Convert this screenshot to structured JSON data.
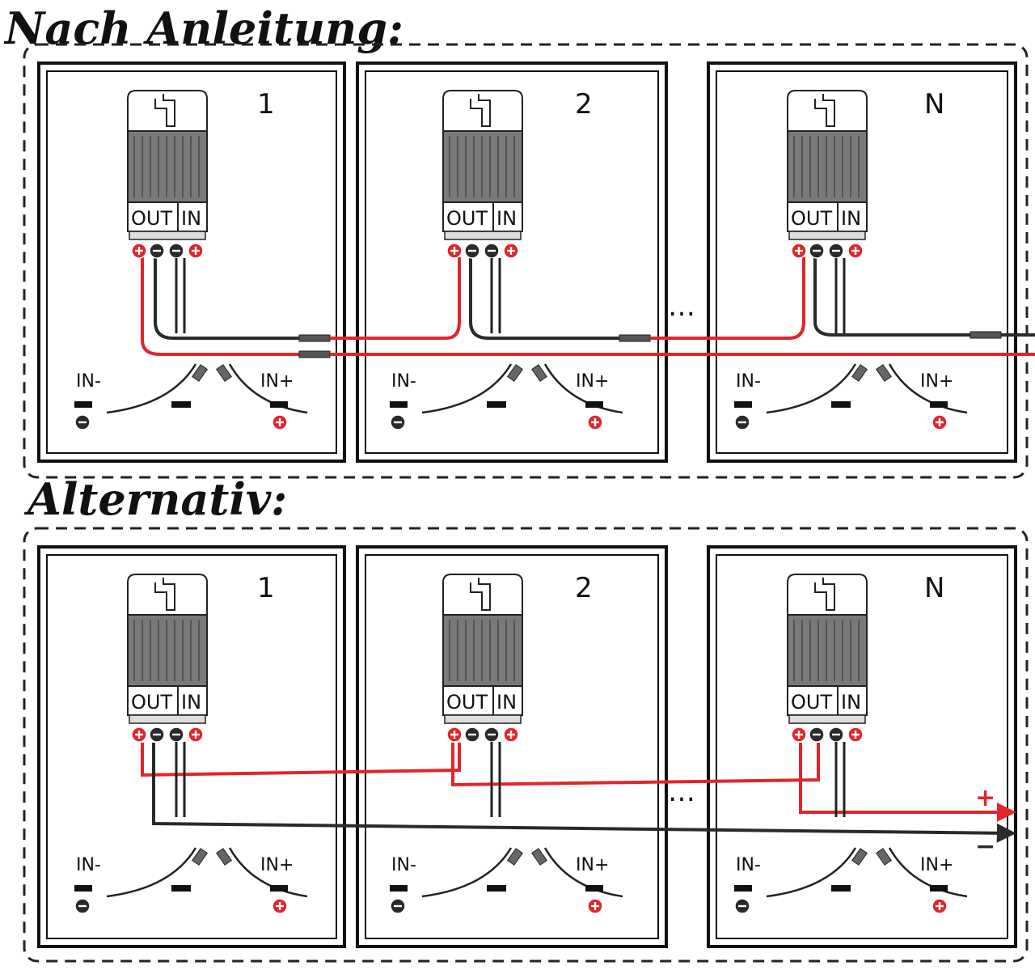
{
  "headings": {
    "top": "Nach Anleitung:",
    "bottom": "Alternativ:"
  },
  "panel_numbers": [
    "1",
    "2",
    "N"
  ],
  "optimizer_labels": {
    "out": "OUT",
    "in": "IN"
  },
  "input_labels": {
    "minus": "IN-",
    "plus": "IN+"
  },
  "ellipsis": "…",
  "output_signs": {
    "plus": "+",
    "minus": "−"
  },
  "colors": {
    "positive": "#e3242b",
    "negative": "#2a2a2a",
    "frame": "#111111",
    "module_body": "#7a7a7a"
  }
}
